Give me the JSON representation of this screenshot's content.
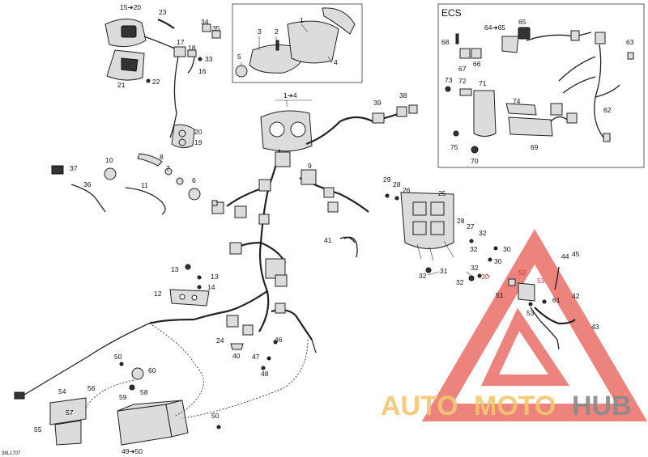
{
  "labels": {
    "l_15_20": "15➔20",
    "l_23": "23",
    "l_34": "34",
    "l_35": "35",
    "l_17": "17",
    "l_18": "18",
    "l_33": "33",
    "l_16": "16",
    "l_21": "21",
    "l_22": "22",
    "l_20": "20",
    "l_19": "19",
    "l_3": "3",
    "l_2": "2",
    "l_1": "1",
    "l_5": "5",
    "l_4": "4",
    "l_1_4": "1➔4",
    "l_39": "39",
    "l_38": "38",
    "l_37": "37",
    "l_36": "36",
    "l_10": "10",
    "l_8": "8",
    "l_7": "7",
    "l_11": "11",
    "l_6": "6",
    "l_9": "9",
    "l_29": "29",
    "l_28a": "28",
    "l_26": "26",
    "l_25": "25",
    "l_28b": "28",
    "l_27": "27",
    "l_32a": "32",
    "l_30a": "30",
    "l_32b": "32",
    "l_31": "31",
    "l_32c": "32",
    "l_30b": "30",
    "l_32d": "32",
    "l_30c": "30",
    "l_41": "41",
    "l_13a": "13",
    "l_13b": "13",
    "l_14": "14",
    "l_12": "12",
    "l_24": "24",
    "l_40": "40",
    "l_47": "47",
    "l_46": "46",
    "l_48": "48",
    "l_52": "52",
    "l_53a": "53",
    "l_51": "51",
    "l_61": "61",
    "l_53b": "53",
    "l_44": "44",
    "l_45": "45",
    "l_42": "42",
    "l_43": "43",
    "l_50a": "50",
    "l_60": "60",
    "l_54": "54",
    "l_56": "56",
    "l_59": "59",
    "l_58": "58",
    "l_57": "57",
    "l_55": "55",
    "l_50b": "50",
    "l_49_50": "49➔50",
    "ecs_title": "ECS",
    "l_64_65": "64➔65",
    "l_65": "65",
    "l_68": "68",
    "l_67": "67",
    "l_66": "66",
    "l_63": "63",
    "l_73": "73",
    "l_72": "72",
    "l_71": "71",
    "l_74": "74",
    "l_62": "62",
    "l_75": "75",
    "l_69": "69",
    "l_70": "70"
  },
  "drawing_code": "38L1707",
  "watermark": {
    "auto": "AUTO",
    "moto": "MOTO",
    "hub": "HUB"
  },
  "colors": {
    "watermark_red": "#e85a52",
    "watermark_gold": "#f4c770",
    "watermark_gray": "#8a8a8a"
  }
}
